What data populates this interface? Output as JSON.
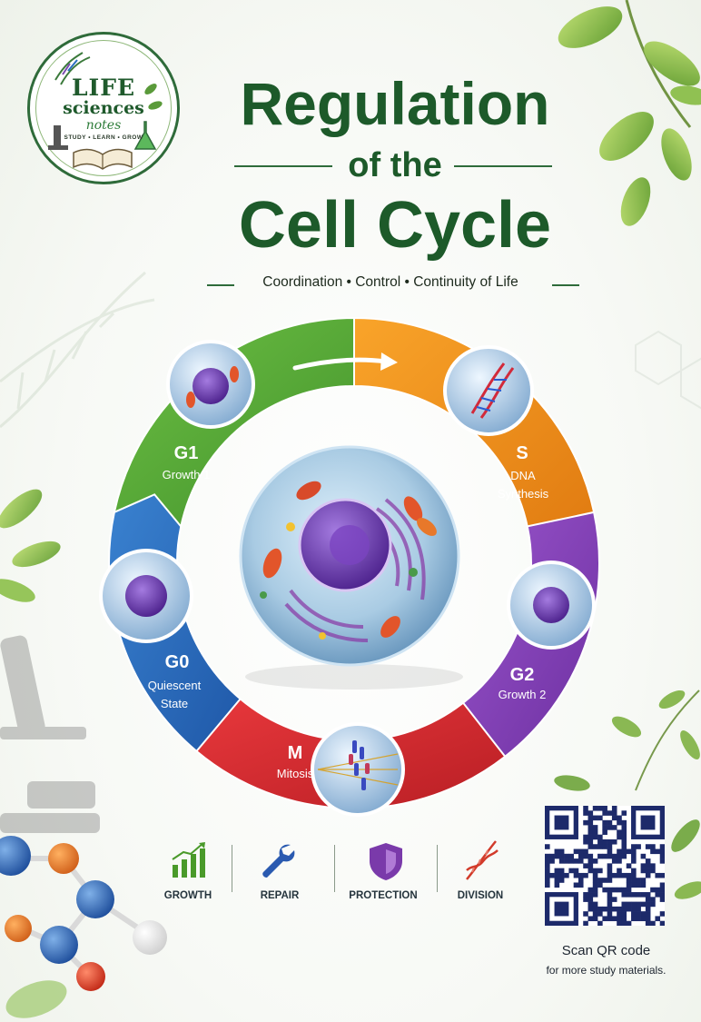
{
  "logo": {
    "line1": "LIFE",
    "line2": "sciences",
    "line3": "notes",
    "tagline": "STUDY • LEARN • GROW"
  },
  "title": {
    "line1": "Regulation",
    "line2": "of the",
    "line3": "Cell Cycle",
    "subtitle": "Coordination  •  Control  •  Continuity of Life"
  },
  "colors": {
    "title_green": "#1d5a2a",
    "g1": "#5aaa3a",
    "s": "#f29219",
    "g2": "#8a45b8",
    "m": "#d7292f",
    "g0": "#2a6fc0",
    "nucleus": "#6a34b0"
  },
  "cycle": {
    "phases": [
      {
        "code": "G1",
        "name": "Growth 1"
      },
      {
        "code": "S",
        "name": "DNA Synthesis"
      },
      {
        "code": "G2",
        "name": "Growth 2"
      },
      {
        "code": "M",
        "name": "Mitosis"
      },
      {
        "code": "G0",
        "name": "Quiescent State"
      }
    ]
  },
  "features": [
    {
      "label": "GROWTH",
      "icon": "bar-chart-growth-icon"
    },
    {
      "label": "REPAIR",
      "icon": "wrench-icon"
    },
    {
      "label": "PROTECTION",
      "icon": "shield-icon"
    },
    {
      "label": "DIVISION",
      "icon": "dna-icon"
    }
  ],
  "qr": {
    "caption": "Scan QR code",
    "subcaption": "for more study materials."
  }
}
